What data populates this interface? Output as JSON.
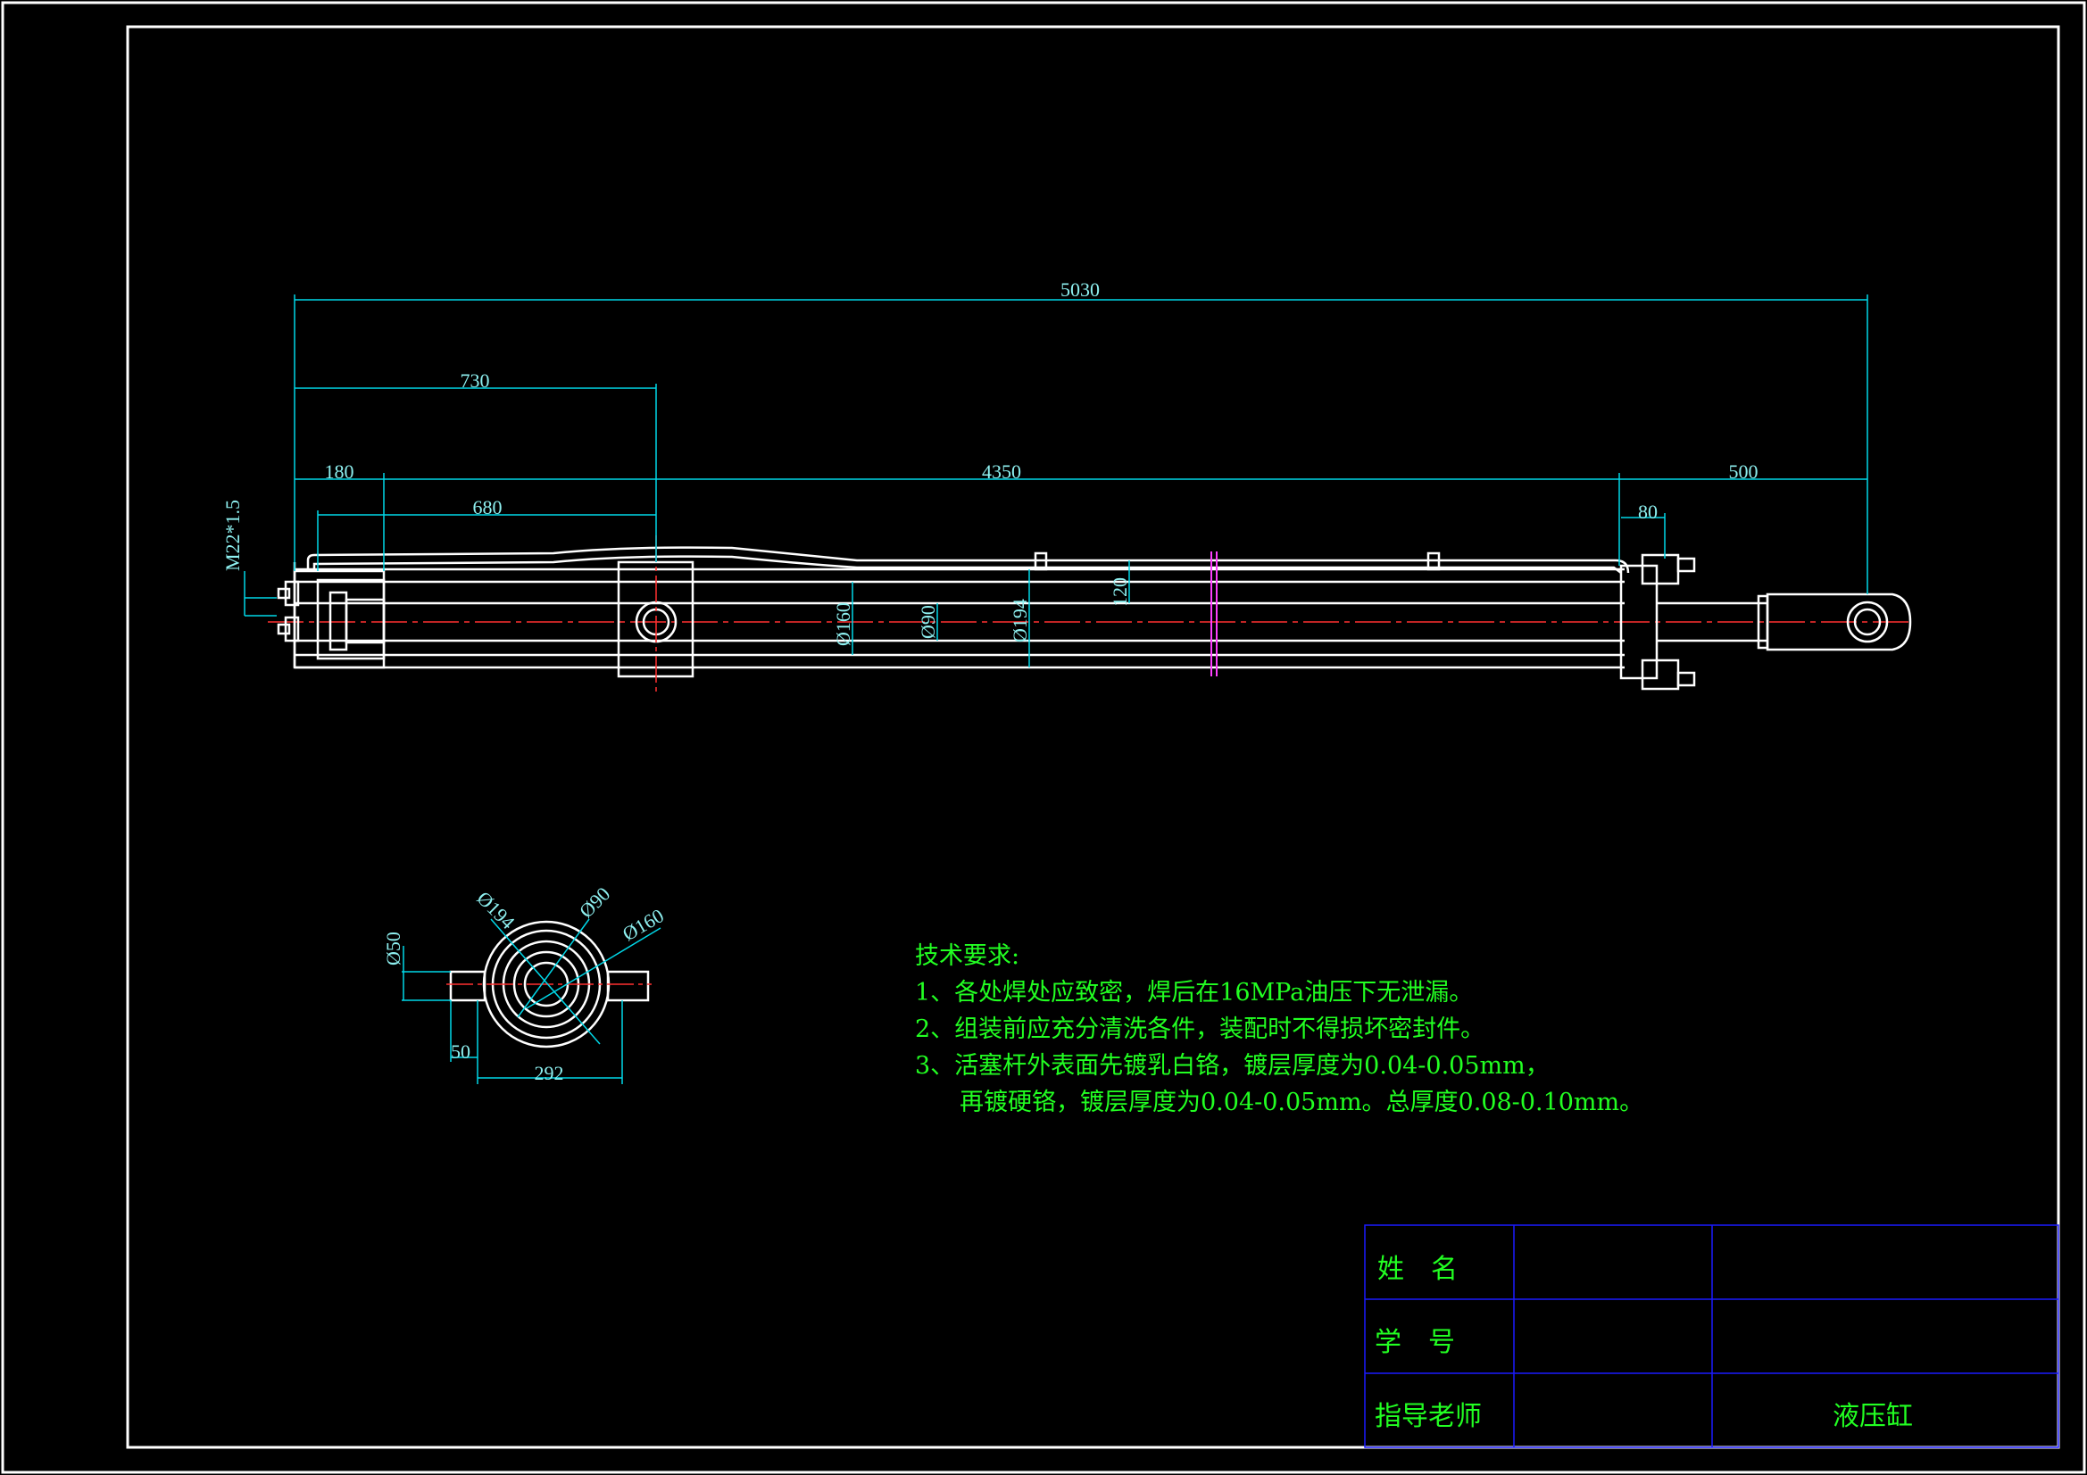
{
  "colors": {
    "background": "#000000",
    "outline": "#ffffff",
    "dimension": "#00d8e8",
    "text": "#22ff22",
    "centerline": "#ff3030",
    "title_grid": "#1a1aff"
  },
  "dimensions": {
    "overall": "5030",
    "d730": "730",
    "d180": "180",
    "d4350": "4350",
    "d500": "500",
    "d680": "680",
    "d80": "80",
    "thread": "M22*1.5",
    "dia160": "Ø160",
    "dia90": "Ø90",
    "dia194": "Ø194",
    "d120": "120"
  },
  "section": {
    "dia194": "Ø194",
    "dia90": "Ø90",
    "dia160": "Ø160",
    "dia50": "Ø50",
    "d50": "50",
    "d292": "292"
  },
  "tech_requirements": {
    "title": "技术要求:",
    "items": [
      "1、各处焊处应致密，焊后在16MPa油压下无泄漏。",
      "2、组装前应充分清洗各件，装配时不得损坏密封件。",
      "3、活塞杆外表面先镀乳白铬，镀层厚度为0.04-0.05mm，",
      "再镀硬铬，镀层厚度为0.04-0.05mm。总厚度0.08-0.10mm。"
    ]
  },
  "title_block": {
    "name_label": "姓　名",
    "student_id_label": "学　号",
    "advisor_label": "指导老师",
    "drawing_title": "液压缸"
  }
}
